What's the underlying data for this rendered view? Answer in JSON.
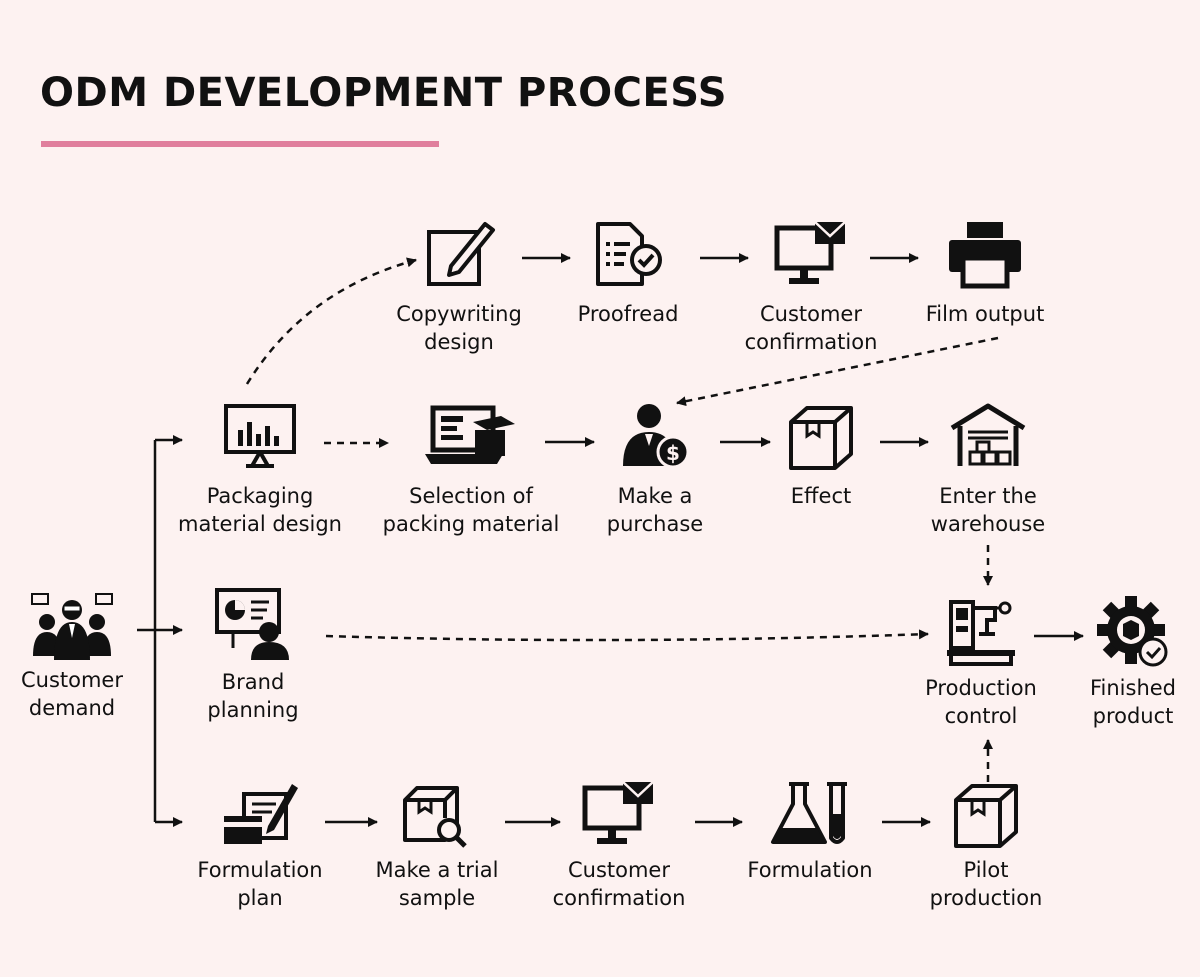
{
  "title": "ODM DEVELOPMENT PROCESS",
  "accent_color": "#e07f9d",
  "nodes": {
    "customer_demand": {
      "l1": "Customer",
      "l2": "demand",
      "icon": "people-icon"
    },
    "copywriting": {
      "l1": "Copywriting",
      "l2": "design",
      "icon": "pencil-square-icon"
    },
    "proofread": {
      "l1": "Proofread",
      "l2": "",
      "icon": "document-check-icon"
    },
    "customer_confirmation_top": {
      "l1": "Customer",
      "l2": "confirmation",
      "icon": "monitor-mail-icon"
    },
    "film_output": {
      "l1": "Film output",
      "l2": "",
      "icon": "printer-icon"
    },
    "packaging_design": {
      "l1": "Packaging",
      "l2": "material design",
      "icon": "presentation-chart-icon"
    },
    "selection_packing": {
      "l1": "Selection of",
      "l2": "packing material",
      "icon": "laptop-box-icon"
    },
    "make_purchase": {
      "l1": "Make a",
      "l2": "purchase",
      "icon": "user-dollar-icon"
    },
    "effect": {
      "l1": "Effect",
      "l2": "",
      "icon": "box-icon"
    },
    "enter_warehouse": {
      "l1": "Enter the",
      "l2": "warehouse",
      "icon": "warehouse-icon"
    },
    "brand_planning": {
      "l1": "Brand",
      "l2": "planning",
      "icon": "presenter-icon"
    },
    "production_control": {
      "l1": "Production",
      "l2": "control",
      "icon": "machine-icon"
    },
    "finished_product": {
      "l1": "Finished",
      "l2": "product",
      "icon": "gear-check-icon"
    },
    "formulation_plan": {
      "l1": "Formulation",
      "l2": "plan",
      "icon": "card-pen-icon"
    },
    "trial_sample": {
      "l1": "Make a trial",
      "l2": "sample",
      "icon": "box-search-icon"
    },
    "customer_confirmation_bottom": {
      "l1": "Customer",
      "l2": "confirmation",
      "icon": "monitor-mail-icon"
    },
    "formulation": {
      "l1": "Formulation",
      "l2": "",
      "icon": "flask-icon"
    },
    "pilot_production": {
      "l1": "Pilot",
      "l2": "production",
      "icon": "box-icon"
    }
  }
}
